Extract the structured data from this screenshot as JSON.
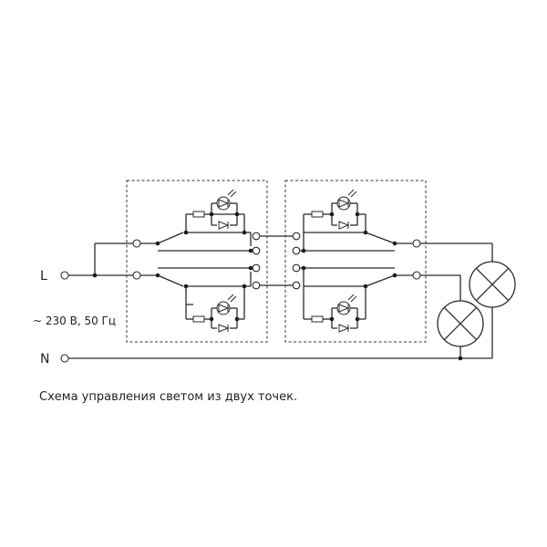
{
  "labels": {
    "line": "L",
    "neutral": "N",
    "voltage": "~ 230 В, 50 Гц"
  },
  "caption": "Схема управления светом из двух точек.",
  "colors": {
    "stroke": "#2b2b2b",
    "background": "#ffffff"
  },
  "icons": {
    "led": "led-indicator-icon",
    "diode": "diode-icon",
    "resistor": "resistor-icon",
    "lamp": "lamp-icon",
    "terminal": "terminal-icon"
  }
}
